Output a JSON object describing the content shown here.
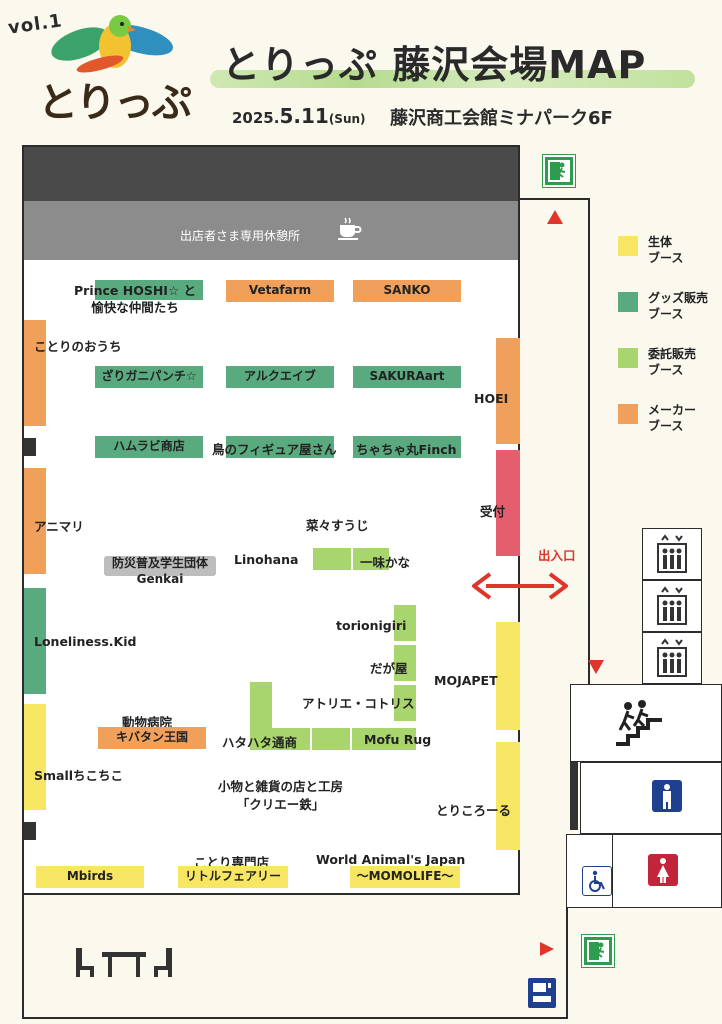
{
  "header": {
    "vol": "vol.1",
    "logo": "とりっぷ",
    "title": "とりっぷ 藤沢会場MAP",
    "date_prefix": "2025.",
    "date_main": "5.11",
    "date_day": "(Sun)",
    "venue": "藤沢商工会館ミナパーク6F"
  },
  "facilities": {
    "rest_area": "出店者さま専用休憩所",
    "entrance": "出入口"
  },
  "booths": {
    "prince": "Prince HOSHI☆ と\n愉快な仲間たち",
    "vetafarm": "Vetafarm",
    "sanko": "SANKO",
    "kotori_no_ouchi": "ことりのおうち",
    "zarigani": "ざりガニパンチ☆",
    "arcueibu": "アルクエイブ",
    "sakura": "SAKURAart",
    "hoei": "HOEI",
    "hamurabi": "ハムラビ商店",
    "figure": "鳥のフィギュア屋さん",
    "chachamaru": "ちゃちゃ丸Finch",
    "reception": "受付",
    "animari": "アニマリ",
    "nanasuuji": "菜々すうじ",
    "bousai": "防災普及学生団体",
    "genkai": "Genkai",
    "linohana": "Linohana",
    "ichimi": "一味かな",
    "loneliness": "Loneliness.Kid",
    "torionigiri": "torionigiri",
    "dagaya": "だが屋",
    "mojapet": "MOJAPET",
    "atelier": "アトリエ・コトリス",
    "hospital": "動物病院",
    "kibatan": "キバタン王国",
    "hatahata": "ハタハタ通商",
    "moforug": "Mofu Rug",
    "smallchi": "Smallちこちこ",
    "kogamo": "小物と雑貨の店と工房",
    "kurie": "「クリエー鉄」",
    "torikoro": "とりころーる",
    "kotori_senmon": "ことり専門店",
    "little": "リトルフェアリー",
    "world": "World Animal's Japan",
    "momolife": "～MOMOLIFE～",
    "mbirds": "Mbirds"
  },
  "legend": [
    {
      "label": "生体\nブース",
      "color": "#f6e663"
    },
    {
      "label": "グッズ販売\nブース",
      "color": "#5aaa7f"
    },
    {
      "label": "委託販売\nブース",
      "color": "#a9d56e"
    },
    {
      "label": "メーカー\nブース",
      "color": "#f0a05a"
    }
  ],
  "icons": {
    "exit": "emergency-exit-icon",
    "cup": "coffee-cup-icon",
    "elevator": "elevator-icon",
    "stairs": "stairs-icon",
    "toilet_m": "mens-toilet-icon",
    "toilet_f": "womens-toilet-icon",
    "accessible": "wheelchair-icon",
    "vending": "vending-machine-icon",
    "table": "table-chairs-icon"
  }
}
